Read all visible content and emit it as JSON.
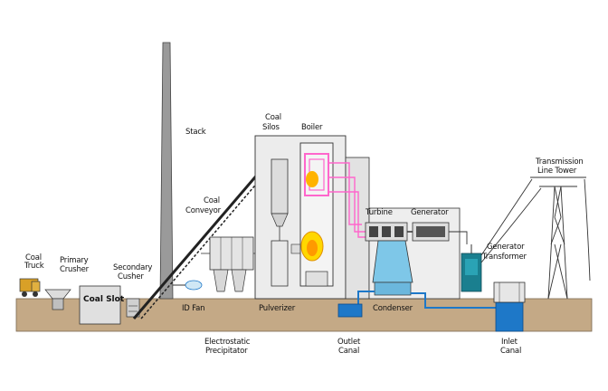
{
  "labels": {
    "coal_truck": [
      "Coal",
      "Truck"
    ],
    "primary_crusher": [
      "Primary",
      "Crusher"
    ],
    "coal_slot": "Coal Slot",
    "secondary_crusher": [
      "Secondary",
      "Cusher"
    ],
    "stack": "Stack",
    "coal_conveyor": [
      "Coal",
      "Conveyor"
    ],
    "coal_silos": [
      "Coal",
      "Silos"
    ],
    "boiler": "Boiler",
    "turbine": "Turbine",
    "generator": "Generator",
    "transmission_line_tower": [
      "Transmission",
      "Line Tower"
    ],
    "generator_transformer": [
      "Generator",
      "Transformer"
    ],
    "id_fan": "ID Fan",
    "pulverizer": "Pulverizer",
    "condenser": "Condenser",
    "electrostatic_precipitator": [
      "Electrostatic",
      "Precipitator"
    ],
    "outlet_canal": [
      "Outlet",
      "Canal"
    ],
    "inlet_canal": [
      "Inlet",
      "Canal"
    ]
  },
  "colors": {
    "ground": "#c4a986",
    "building": "#e6e6e6",
    "outline": "#333333",
    "water": "#1e78c8",
    "condenser": "#7ec7e8",
    "flame": "#ffd700",
    "steam": "#ff66cc",
    "truck": "#d9a027",
    "transformer": "#1a7f8f"
  }
}
